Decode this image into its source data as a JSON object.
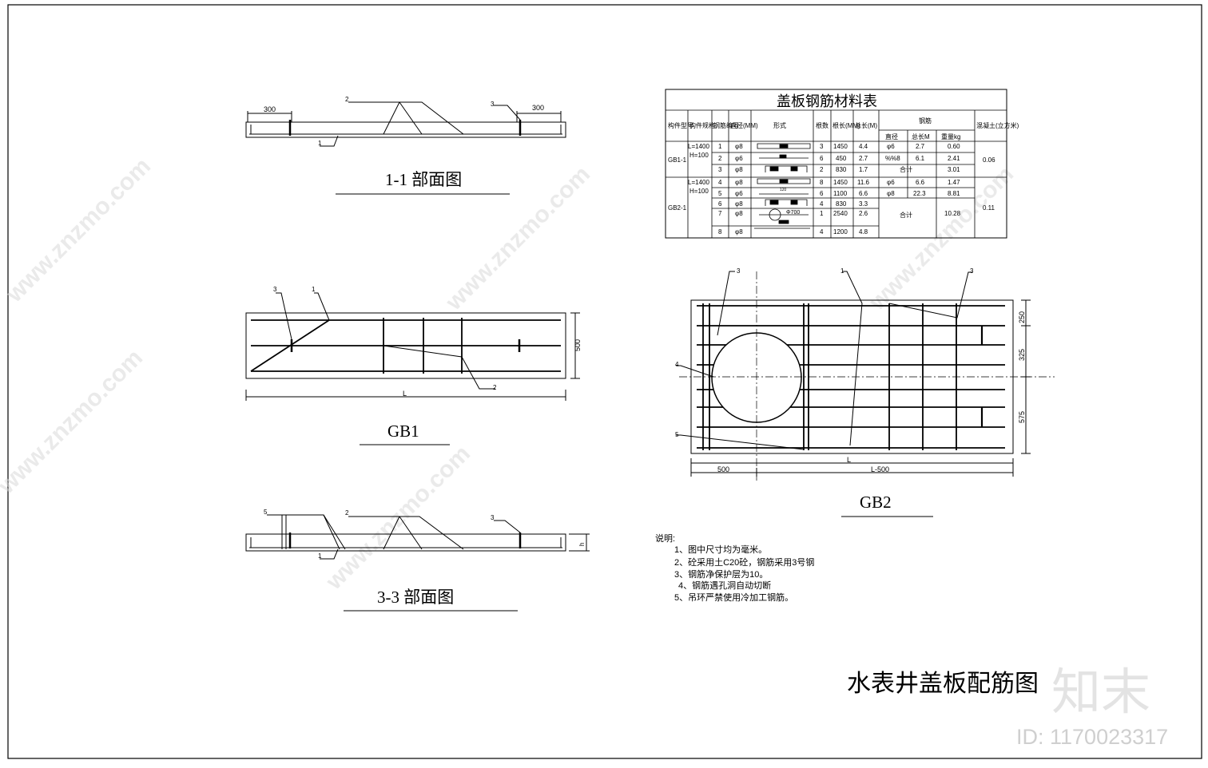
{
  "sections": {
    "s11": {
      "title": "1-1  部面图",
      "dim_left": "300",
      "dim_right": "300",
      "labels": [
        "1",
        "2",
        "3"
      ]
    },
    "gb1": {
      "title": "GB1",
      "dim_side": "500",
      "dim_bottom": "L",
      "labels": [
        "1",
        "2",
        "3"
      ]
    },
    "s33": {
      "title": "3-3  部面图",
      "dim_side": "h",
      "labels": [
        "1",
        "2",
        "3",
        "5"
      ]
    },
    "gb2": {
      "title": "GB2",
      "dims_side": [
        "250",
        "325",
        "575"
      ],
      "dim_bottom_1": "L",
      "dim_bottom_2a": "500",
      "dim_bottom_2b": "L-500",
      "labels": [
        "1",
        "3",
        "3",
        "4",
        "5"
      ]
    }
  },
  "table": {
    "title": "盖板钢筋材料表",
    "headers": {
      "c1": "构件型号",
      "c2": "构件规格",
      "c3": "钢筋编号",
      "c4": "直径(MM)",
      "c5": "形式",
      "c6": "根数",
      "c7": "根长(MM)",
      "c8": "总长(M)",
      "c9": "钢筋",
      "c9a": "直径",
      "c9b": "总长M",
      "c9c": "重量kg",
      "c10": "混凝土(立方米)"
    },
    "group1": {
      "name": "GB1-1",
      "spec1": "L=1400",
      "spec2": "H=100",
      "concrete": "0.06",
      "rows": [
        [
          "1",
          "φ8",
          "3",
          "1450",
          "4.4"
        ],
        [
          "2",
          "φ6",
          "6",
          "450",
          "2.7"
        ],
        [
          "3",
          "φ8",
          "2",
          "830",
          "1.7"
        ]
      ],
      "summary": [
        [
          "φ6",
          "2.7",
          "0.60"
        ],
        [
          "%%8",
          "6.1",
          "2.41"
        ]
      ],
      "total_label": "合计",
      "total": "3.01"
    },
    "group2": {
      "name": "GB2-1",
      "spec1": "L=1400",
      "spec2": "H=100",
      "concrete": "0.11",
      "rows": [
        [
          "4",
          "φ8",
          "8",
          "1450",
          "11.6"
        ],
        [
          "5",
          "φ6",
          "6",
          "1100",
          "6.6"
        ],
        [
          "6",
          "φ8",
          "4",
          "830",
          "3.3"
        ],
        [
          "7",
          "φ8",
          "1",
          "2540",
          "2.6"
        ],
        [
          "8",
          "φ8",
          "4",
          "1200",
          "4.8"
        ]
      ],
      "summary": [
        [
          "φ6",
          "6.6",
          "1.47"
        ],
        [
          "φ8",
          "22.3",
          "8.81"
        ]
      ],
      "total_label": "合计",
      "total": "10.28"
    },
    "shape_notes": {
      "s5": "120",
      "s7": "Φ700"
    }
  },
  "notes": {
    "heading": "说明:",
    "items": [
      "1、图中尺寸均为毫米。",
      "2、砼采用土C20砼，钢筋采用3号钢",
      "3、钢筋净保护层为10。",
      "4、钢筋遇孔洞自动切断",
      "5、吊环严禁使用冷加工钢筋。"
    ]
  },
  "drawing_title": "水表井盖板配筋图",
  "watermark": {
    "site": "www.znzmo.com",
    "brand": "知末",
    "id_text": "ID: 1170023317"
  }
}
